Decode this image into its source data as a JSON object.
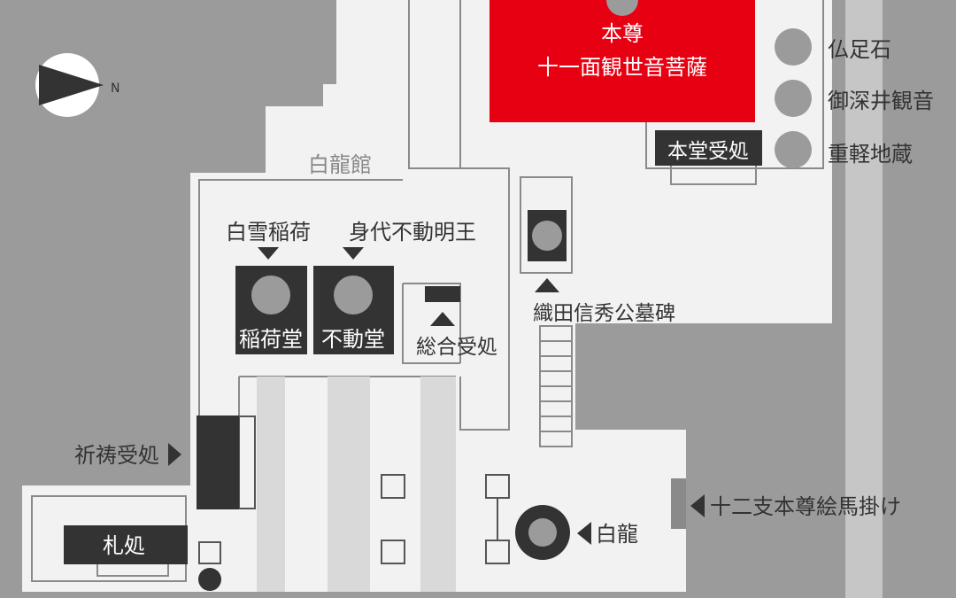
{
  "colors": {
    "background": "#9b9b9b",
    "floor": "#f2f2f2",
    "wall": "#8a8a8a",
    "dark": "#333333",
    "marker": "#9b9b9b",
    "main_hall": "#e60012",
    "aisle": "#d9d9d9",
    "label_text": "#333333",
    "light_text": "#ffffff",
    "muted_label": "#888888"
  },
  "compass": {
    "label": "N",
    "icon": "north-arrow-icon"
  },
  "labels": {
    "honzon_line1": "本尊",
    "honzon_line2": "十一面観世音菩薩",
    "hondo_reception": "本堂受処",
    "bussokuseki": "仏足石",
    "mifukai_kannon": "御深井観音",
    "jukaru_jizo": "重軽地蔵",
    "hakuryukan": "白龍館",
    "shirayuki_inari": "白雪稲荷",
    "migawari_fudo": "身代不動明王",
    "inari_do": "稲荷堂",
    "fudo_do": "不動堂",
    "sogo_reception": "総合受処",
    "oda_monument": "織田信秀公墓碑",
    "kito_reception": "祈祷受処",
    "fuda_dokoro": "札処",
    "ema": "十二支本尊絵馬掛け",
    "hakuryu": "白龍"
  }
}
